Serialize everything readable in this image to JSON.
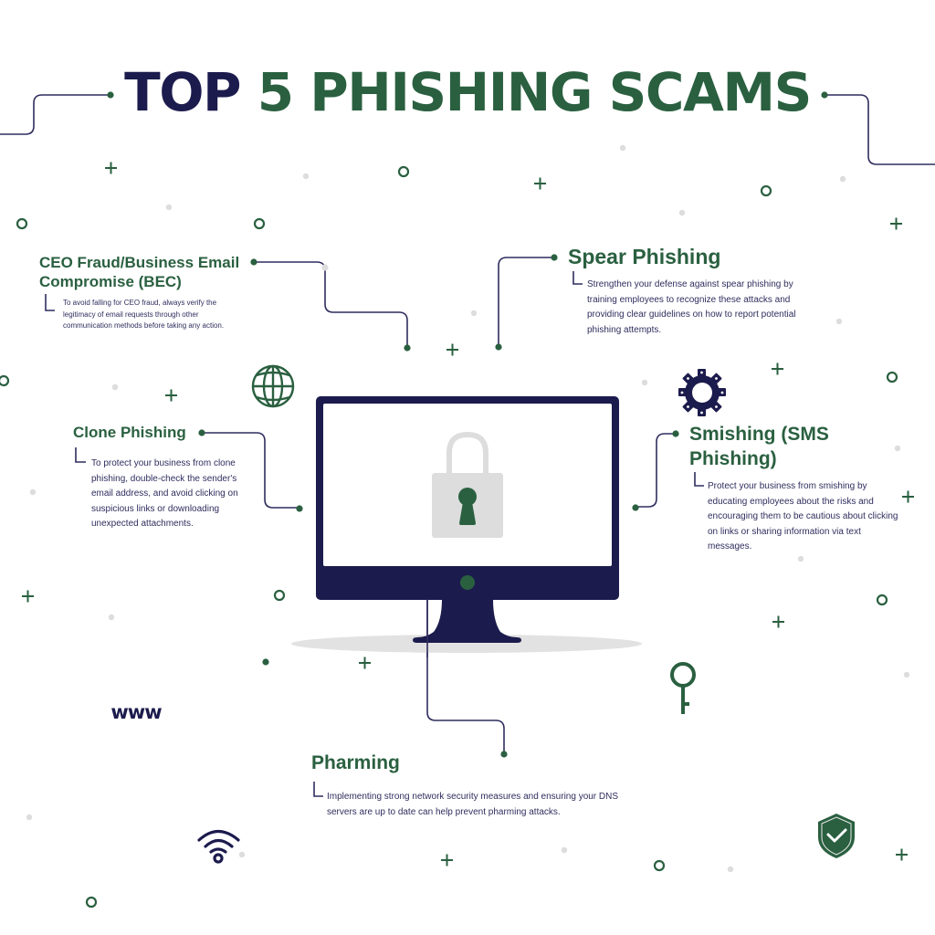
{
  "title": {
    "part1": "TOP",
    "part2": "5 PHISHING SCAMS"
  },
  "colors": {
    "navy": "#1c1b4d",
    "green": "#2a6040",
    "light_gray": "#dddddd",
    "connector": "#2f2d5e"
  },
  "sections": [
    {
      "id": "ceo-fraud",
      "title": "CEO Fraud/Business Email Compromise (BEC)",
      "description": "To avoid falling for CEO fraud, always verify the legitimacy of email requests through other communication methods before taking any action."
    },
    {
      "id": "spear-phishing",
      "title": "Spear Phishing",
      "description": "Strengthen your defense against spear phishing by training employees to recognize these attacks and providing clear guidelines on how to report potential phishing attempts."
    },
    {
      "id": "clone-phishing",
      "title": "Clone Phishing",
      "description": "To protect your business from clone phishing, double-check the sender's email address, and avoid clicking on suspicious links or downloading unexpected attachments."
    },
    {
      "id": "smishing",
      "title": "Smishing (SMS Phishing)",
      "description": "Protect your business from smishing by educating employees about the risks and encouraging them to be cautious about clicking on links or sharing information via text messages."
    },
    {
      "id": "pharming",
      "title": "Pharming",
      "description": "Implementing strong network security measures and ensuring your DNS servers are up to date can help prevent pharming attacks."
    }
  ],
  "icons": {
    "www_label": "www",
    "list": [
      "globe-icon",
      "gear-icon",
      "key-icon",
      "wifi-icon",
      "shield-check-icon",
      "padlock-icon",
      "monitor-icon"
    ]
  }
}
